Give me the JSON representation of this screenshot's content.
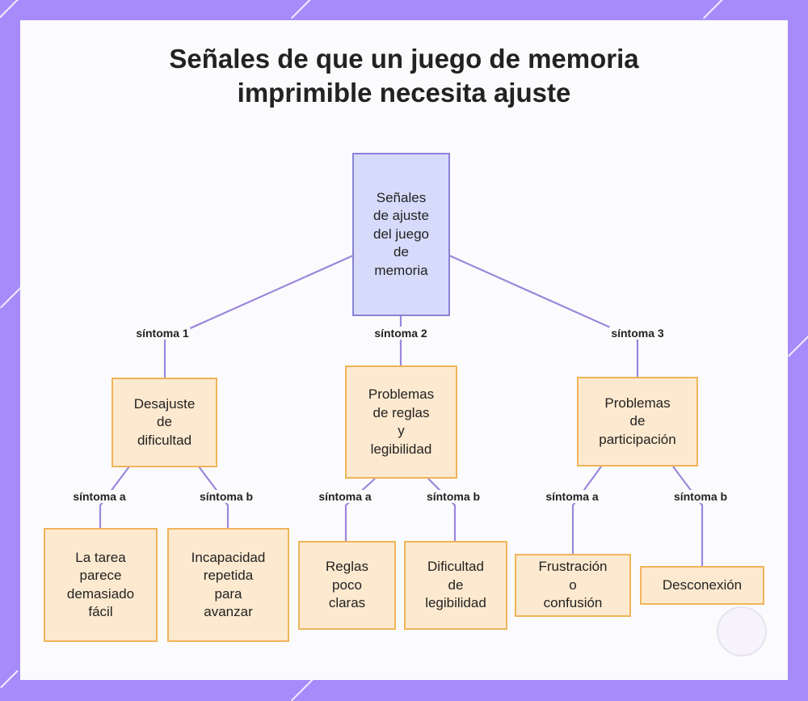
{
  "title_line1": "Señales de que un juego de memoria",
  "title_line2": "imprimible necesita ajuste",
  "root": {
    "lines": [
      "Señales",
      "de ajuste",
      "del juego",
      "de",
      "memoria"
    ]
  },
  "branches": [
    {
      "edge_label": "síntoma 1",
      "lines": [
        "Desajuste",
        "de",
        "dificultad"
      ],
      "children": [
        {
          "edge_label": "síntoma a",
          "lines": [
            "La tarea",
            "parece",
            "demasiado",
            "fácil"
          ]
        },
        {
          "edge_label": "síntoma b",
          "lines": [
            "Incapacidad",
            "repetida",
            "para",
            "avanzar"
          ]
        }
      ]
    },
    {
      "edge_label": "síntoma 2",
      "lines": [
        "Problemas",
        "de reglas",
        "y",
        "legibilidad"
      ],
      "children": [
        {
          "edge_label": "síntoma a",
          "lines": [
            "Reglas",
            "poco",
            "claras"
          ]
        },
        {
          "edge_label": "síntoma b",
          "lines": [
            "Dificultad",
            "de",
            "legibilidad"
          ]
        }
      ]
    },
    {
      "edge_label": "síntoma 3",
      "lines": [
        "Problemas",
        "de",
        "participación"
      ],
      "children": [
        {
          "edge_label": "síntoma a",
          "lines": [
            "Frustración",
            "o",
            "confusión"
          ]
        },
        {
          "edge_label": "síntoma b",
          "lines": [
            "Desconexión"
          ]
        }
      ]
    }
  ],
  "colors": {
    "background": "#a78bfa",
    "edge": "#9c87dc",
    "root_fill": "#d6dbfb",
    "root_border": "#8b82d8",
    "child_fill": "#fde9cf",
    "child_border": "#f0b45a"
  }
}
